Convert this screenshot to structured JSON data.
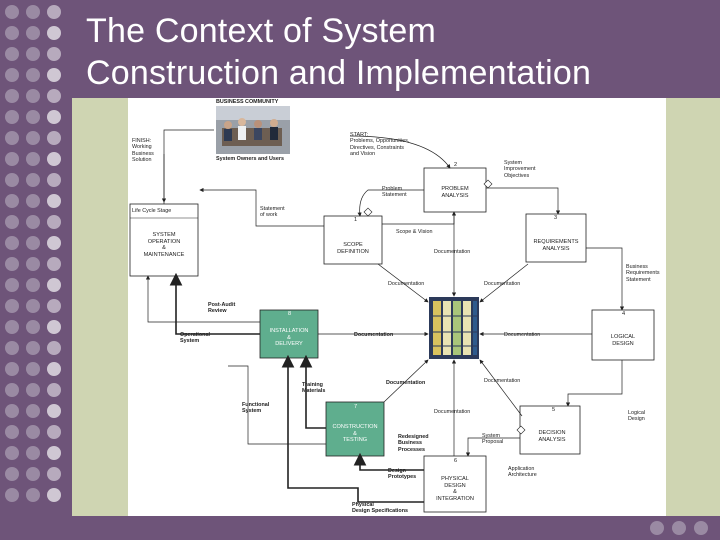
{
  "slide": {
    "title_line1": "The Context of System",
    "title_line2": "Construction and Implementation"
  },
  "diagram": {
    "business_community": "BUSINESS COMMUNITY",
    "owners_users": "System Owners and Users",
    "finish": "FINISH:\nWorking\nBusiness\nSolution",
    "start": "START:\nProblems, Opportunities,\nDirectives, Constraints\nand Vision",
    "life_cycle_stage": "Life Cycle Stage",
    "system_operation": "SYSTEM\nOPERATION\n&\nMAINTENANCE",
    "statement_of_work": "Statement\nof work",
    "problem_statement": "Problem\nStatement",
    "system_improvement": "System\nImprovement\nObjectives",
    "scope_vision": "Scope & Vision",
    "documentation": "Documentation",
    "business_requirements": "Business\nRequirements\nStatement",
    "post_audit": "Post-Audit\nReview",
    "operational_system": "Operational\nSystem",
    "training_materials": "Training\nMaterials",
    "functional_system": "Functional\nSystem",
    "redesigned_processes": "Redesigned\nBusiness\nProcesses",
    "design_prototypes": "Design\nPrototypes",
    "physical_design_specs": "Physical\nDesign Specifications",
    "system_proposal": "System\nProposal",
    "application_architecture": "Application\nArchitecture",
    "logical_design_label": "Logical\nDesign",
    "boxes": {
      "b1": {
        "num": "1",
        "text": "SCOPE\nDEFINITION"
      },
      "b2": {
        "num": "2",
        "text": "PROBLEM\nANALYSIS"
      },
      "b3": {
        "num": "3",
        "text": "REQUIREMENTS\nANALYSIS"
      },
      "b4": {
        "num": "4",
        "text": "LOGICAL\nDESIGN"
      },
      "b5": {
        "num": "5",
        "text": "DECISION\nANALYSIS"
      },
      "b6": {
        "num": "6",
        "text": "PHYSICAL\nDESIGN\n&\nINTEGRATION"
      },
      "b7": {
        "num": "7",
        "text": "CONSTRUCTION\n&\nTESTING"
      },
      "b8": {
        "num": "8",
        "text": "INSTALLATION\n&\nDELIVERY"
      }
    },
    "colors": {
      "highlight": "#5fae8e",
      "box_fill": "#ffffff",
      "line": "#222222"
    }
  }
}
